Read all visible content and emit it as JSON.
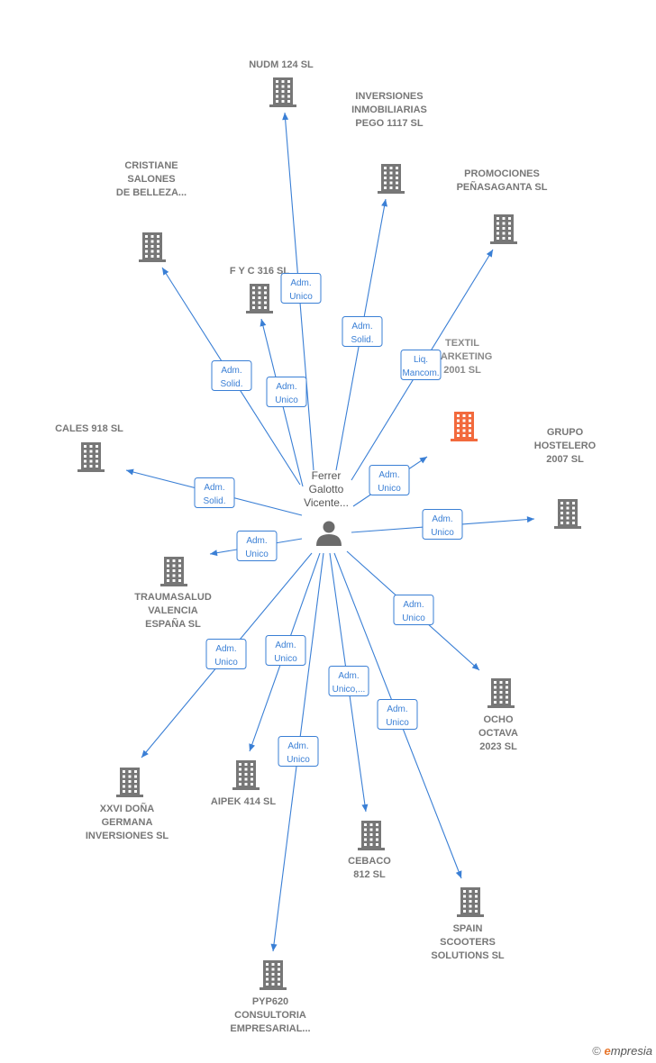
{
  "person": {
    "name_lines": [
      "Ferrer",
      "Galotto",
      "Vicente..."
    ],
    "icon": "person-icon"
  },
  "colors": {
    "edge": "#3a7fd5",
    "building": "#777777",
    "building_highlight": "#f26a3d"
  },
  "companies": [
    {
      "id": "nudm",
      "lines": [
        "NUDM 124  SL"
      ],
      "role": [
        "Adm.",
        "Unico"
      ]
    },
    {
      "id": "inversiones-pego",
      "lines": [
        "INVERSIONES",
        "INMOBILIARIAS",
        "PEGO 1117  SL"
      ],
      "role": [
        "Adm.",
        "Solid."
      ]
    },
    {
      "id": "promociones",
      "lines": [
        "PROMOCIONES",
        "PEÑASAGANTA SL"
      ],
      "role": [
        "Liq.",
        "Mancom."
      ]
    },
    {
      "id": "cristiane",
      "lines": [
        "CRISTIANE",
        "SALONES",
        "DE BELLEZA..."
      ],
      "role": [
        "Adm.",
        "Solid."
      ]
    },
    {
      "id": "fyc",
      "lines": [
        "F Y C 316  SL"
      ],
      "role": [
        "Adm.",
        "Unico"
      ]
    },
    {
      "id": "textil",
      "lines": [
        "TEXTIL",
        "MARKETING",
        "2001  SL"
      ],
      "role": [
        "Adm.",
        "Unico"
      ],
      "highlight": true
    },
    {
      "id": "cales",
      "lines": [
        "CALES 918  SL"
      ],
      "role": [
        "Adm.",
        "Solid."
      ]
    },
    {
      "id": "grupo",
      "lines": [
        "GRUPO",
        "HOSTELERO",
        "2007  SL"
      ],
      "role": [
        "Adm.",
        "Unico"
      ]
    },
    {
      "id": "trauma",
      "lines": [
        "TRAUMASALUD",
        "VALENCIA",
        "ESPAÑA  SL"
      ],
      "role": [
        "Adm.",
        "Unico"
      ]
    },
    {
      "id": "ocho",
      "lines": [
        "OCHO",
        "OCTAVA",
        "2023  SL"
      ],
      "role": [
        "Adm.",
        "Unico"
      ]
    },
    {
      "id": "xxvi",
      "lines": [
        "XXVI DOÑA",
        "GERMANA",
        "INVERSIONES SL"
      ],
      "role": [
        "Adm.",
        "Unico"
      ]
    },
    {
      "id": "aipek",
      "lines": [
        "AIPEK 414  SL"
      ],
      "role": [
        "Adm.",
        "Unico"
      ]
    },
    {
      "id": "cebaco",
      "lines": [
        "CEBACO",
        "812 SL"
      ],
      "role": [
        "Adm.",
        "Unico,..."
      ]
    },
    {
      "id": "spain",
      "lines": [
        "SPAIN",
        "SCOOTERS",
        "SOLUTIONS  SL"
      ],
      "role": [
        "Adm.",
        "Unico"
      ]
    },
    {
      "id": "pyp",
      "lines": [
        "PYP620",
        "CONSULTORIA",
        "EMPRESARIAL..."
      ],
      "role": [
        "Adm.",
        "Unico"
      ]
    }
  ],
  "footer": {
    "copyright": "©",
    "brand_initial": "e",
    "brand_rest": "mpresia"
  }
}
